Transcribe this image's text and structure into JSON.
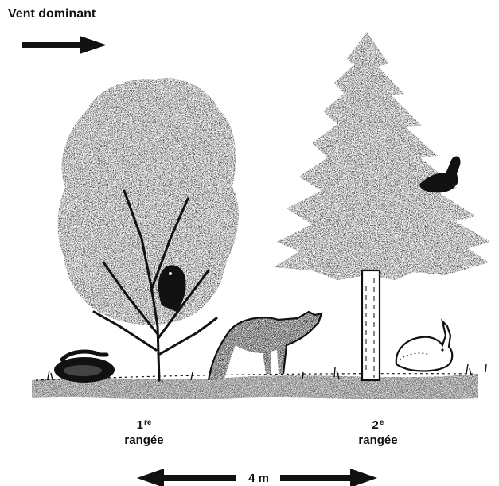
{
  "wind": {
    "label": "Vent dominant"
  },
  "rows": [
    {
      "number": "1",
      "suffix": "re",
      "label": "rangée"
    },
    {
      "number": "2",
      "suffix": "e",
      "label": "rangée"
    }
  ],
  "distance": {
    "label": "4 m"
  },
  "colors": {
    "ink": "#111111",
    "paper": "#ffffff"
  },
  "icons": [
    "wind-arrow-icon",
    "deciduous-tree-icon",
    "conifer-tree-icon",
    "snake-icon",
    "owl-icon",
    "fox-icon",
    "rabbit-icon",
    "grouse-icon",
    "double-arrow-icon"
  ]
}
